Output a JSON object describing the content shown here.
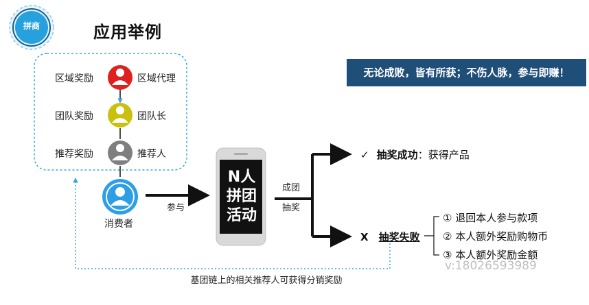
{
  "header": {
    "logo_text": "拼商",
    "title": "应用举例"
  },
  "slogan": "无论成败，皆有所获；不伤人脉，参与即赚！",
  "chain": {
    "rows": [
      {
        "reward": "区域奖励",
        "role": "区域代理",
        "color": "#e0201f"
      },
      {
        "reward": "团队奖励",
        "role": "团队长",
        "color": "#c9c10e"
      },
      {
        "reward": "推荐奖励",
        "role": "推荐人",
        "color": "#7f7f7f"
      }
    ],
    "consumer": {
      "label": "消费者",
      "color": "#2e9fe6"
    }
  },
  "flow": {
    "join_label": "参与",
    "phone_text": [
      "N人",
      "拼团",
      "活动"
    ],
    "branch_labels": [
      "成团",
      "抽奖"
    ],
    "success": {
      "mark": "✓",
      "title": "抽奖成功",
      "desc": "：获得产品"
    },
    "fail": {
      "mark": "X",
      "title": "抽奖失败"
    },
    "fail_options": [
      "① 退回本人参与款项",
      "② 本人额外奖励购物币",
      "③ 本人额外奖励金额"
    ]
  },
  "footer_note": "基团链上的相关推荐人可获得分销奖励",
  "watermark": "v:18026593989",
  "colors": {
    "accent_blue": "#1f4e79",
    "dashed_border": "#3aa6e0"
  }
}
